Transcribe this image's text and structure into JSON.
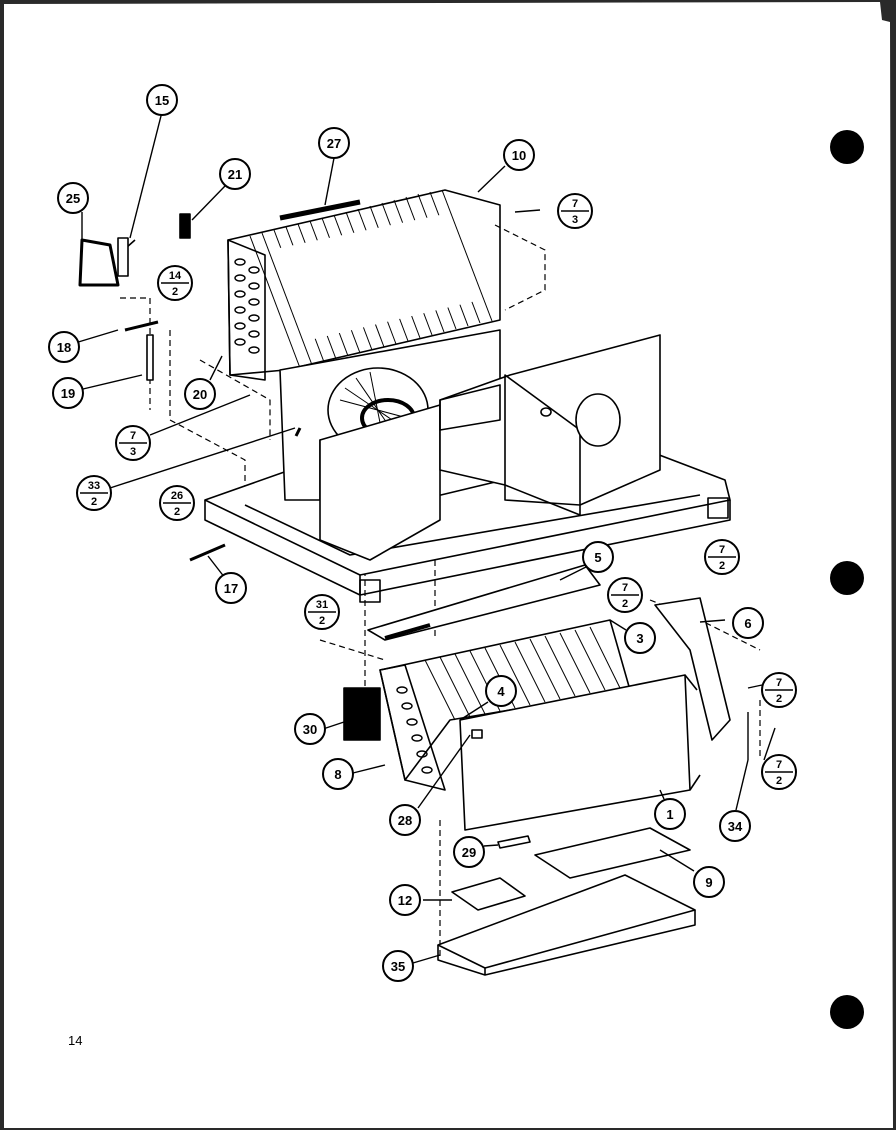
{
  "page_number": "14",
  "callouts": [
    {
      "id": "15",
      "label": "15"
    },
    {
      "id": "25",
      "label": "25"
    },
    {
      "id": "21",
      "label": "21"
    },
    {
      "id": "27",
      "label": "27"
    },
    {
      "id": "10",
      "label": "10"
    },
    {
      "id": "18",
      "label": "18"
    },
    {
      "id": "19",
      "label": "19"
    },
    {
      "id": "20",
      "label": "20"
    },
    {
      "id": "17",
      "label": "17"
    },
    {
      "id": "5",
      "label": "5"
    },
    {
      "id": "3",
      "label": "3"
    },
    {
      "id": "6",
      "label": "6"
    },
    {
      "id": "4",
      "label": "4"
    },
    {
      "id": "30",
      "label": "30"
    },
    {
      "id": "8",
      "label": "8"
    },
    {
      "id": "28",
      "label": "28"
    },
    {
      "id": "1",
      "label": "1"
    },
    {
      "id": "34",
      "label": "34"
    },
    {
      "id": "29",
      "label": "29"
    },
    {
      "id": "9",
      "label": "9"
    },
    {
      "id": "12",
      "label": "12"
    },
    {
      "id": "35",
      "label": "35"
    }
  ],
  "fraction_callouts": [
    {
      "id": "7-3-top",
      "num": "7",
      "den": "3"
    },
    {
      "id": "14-2",
      "num": "14",
      "den": "2"
    },
    {
      "id": "7-3-left",
      "num": "7",
      "den": "3"
    },
    {
      "id": "33-2",
      "num": "33",
      "den": "2"
    },
    {
      "id": "26-2",
      "num": "26",
      "den": "2"
    },
    {
      "id": "31-2",
      "num": "31",
      "den": "2"
    },
    {
      "id": "7-2-a",
      "num": "7",
      "den": "2"
    },
    {
      "id": "7-2-b",
      "num": "7",
      "den": "2"
    },
    {
      "id": "7-2-c",
      "num": "7",
      "den": "2"
    },
    {
      "id": "7-2-d",
      "num": "7",
      "den": "2"
    }
  ]
}
